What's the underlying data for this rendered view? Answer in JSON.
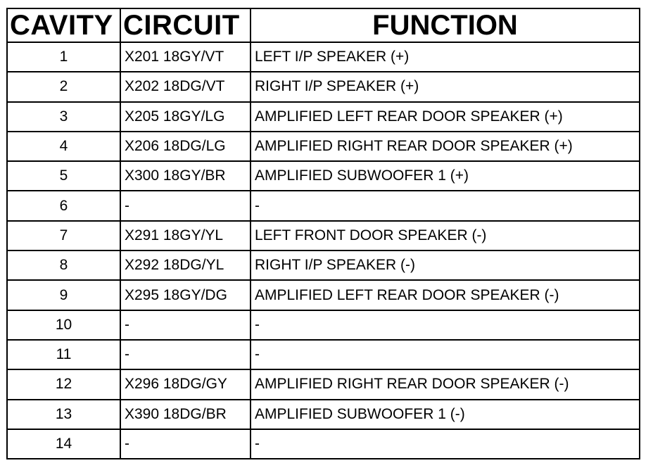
{
  "headers": {
    "cavity": "CAVITY",
    "circuit": "CIRCUIT",
    "function": "FUNCTION"
  },
  "rows": [
    {
      "cavity": "1",
      "circuit": "X201 18GY/VT",
      "function": "LEFT I/P SPEAKER (+)"
    },
    {
      "cavity": "2",
      "circuit": "X202 18DG/VT",
      "function": "RIGHT I/P SPEAKER (+)"
    },
    {
      "cavity": "3",
      "circuit": "X205 18GY/LG",
      "function": "AMPLIFIED LEFT REAR DOOR SPEAKER (+)"
    },
    {
      "cavity": "4",
      "circuit": "X206 18DG/LG",
      "function": "AMPLIFIED RIGHT REAR DOOR SPEAKER (+)"
    },
    {
      "cavity": "5",
      "circuit": "X300 18GY/BR",
      "function": "AMPLIFIED SUBWOOFER 1 (+)"
    },
    {
      "cavity": "6",
      "circuit": "-",
      "function": "-"
    },
    {
      "cavity": "7",
      "circuit": "X291 18GY/YL",
      "function": "LEFT FRONT DOOR SPEAKER (-)"
    },
    {
      "cavity": "8",
      "circuit": "X292 18DG/YL",
      "function": "RIGHT I/P SPEAKER (-)"
    },
    {
      "cavity": "9",
      "circuit": "X295 18GY/DG",
      "function": "AMPLIFIED LEFT REAR DOOR SPEAKER (-)"
    },
    {
      "cavity": "10",
      "circuit": "-",
      "function": "-"
    },
    {
      "cavity": "11",
      "circuit": "-",
      "function": "-"
    },
    {
      "cavity": "12",
      "circuit": "X296 18DG/GY",
      "function": "AMPLIFIED RIGHT REAR DOOR SPEAKER (-)"
    },
    {
      "cavity": "13",
      "circuit": "X390 18DG/BR",
      "function": "AMPLIFIED SUBWOOFER 1 (-)"
    },
    {
      "cavity": "14",
      "circuit": "-",
      "function": "-"
    }
  ]
}
